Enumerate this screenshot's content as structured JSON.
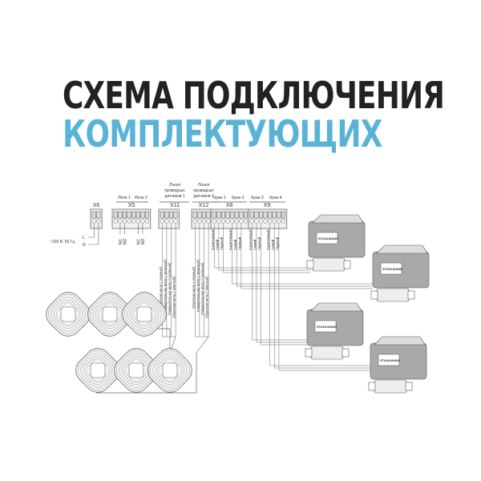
{
  "title": {
    "line1": "СХЕМА ПОДКЛЮЧЕНИЯ",
    "line2": "КОМПЛЕКТУЮЩИХ",
    "accent_color": "#5ab3d6"
  },
  "power": {
    "label": "~230 В, 50 Гц",
    "l": "L",
    "n": "N"
  },
  "blocks": {
    "x6": "X6",
    "x5": "X5",
    "x11": "X11",
    "x12": "X12",
    "x8": "X8",
    "x9": "X9",
    "relay1": "Реле 1",
    "relay2": "Реле 2",
    "line1": [
      "Линия",
      "проводных",
      "датчиков 1"
    ],
    "line2": [
      "Линия",
      "проводных",
      "датчиков 2"
    ],
    "valve1": "Кран 1",
    "valve2": "Кран 2",
    "valve3": "Кран 3",
    "valve4": "Кран 4"
  },
  "relay_contacts": [
    "NC",
    "NO",
    "NC",
    "NO"
  ],
  "sensor_wires": [
    "Обратная жила 1 (черный)",
    "Измерительная жила 1 (красный)",
    "Измерительная жила 2 (зеленый)",
    "Обратная жила 2 (желтый)"
  ],
  "valve_wires": [
    "Коричневый",
    "Синий",
    "Черный"
  ],
  "brand": "STAHLMANN"
}
